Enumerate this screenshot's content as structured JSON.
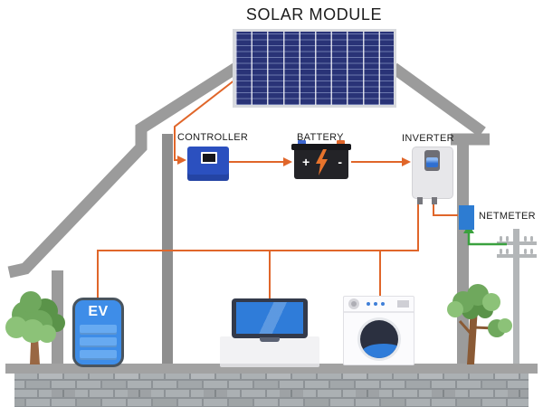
{
  "title": "SOLAR MODULE",
  "labels": {
    "controller": "CONTROLLER",
    "battery": "BATTERY",
    "inverter": "INVERTER",
    "netmeter": "NETMETER"
  },
  "ev_label": "EV",
  "battery_signs": {
    "plus": "+",
    "minus": "-"
  },
  "colors": {
    "wire_orange": "#e0662a",
    "wire_green": "#3aa13f",
    "panel_blue": "#293377",
    "controller_blue": "#2b50bf",
    "battery_black": "#232327",
    "device_gray": "#e7e7ea",
    "ev_blue": "#3e8de8",
    "screen_blue": "#2f7cd9",
    "netmeter_blue": "#2d7cd2",
    "structure_gray": "#9b9b9b",
    "column_gray": "#8e8e8e",
    "pole_gray": "#b3b6b8",
    "ground_gray": "#a2a2a2",
    "mortar_gray": "#8d9296",
    "brick_gray": "#abb0b3",
    "foliage_green": "#6fa85d",
    "foliage_light": "#8cc278",
    "foliage_dark": "#5a9349",
    "trunk_brown": "#996743",
    "text_dark": "#1c1c1c"
  },
  "components": [
    "solar-module",
    "controller",
    "battery",
    "inverter",
    "netmeter",
    "ev-charger",
    "laptop",
    "washing-machine",
    "utility-pole",
    "house"
  ],
  "connections": [
    {
      "from": "solar-module",
      "to": "controller",
      "wire": "orange"
    },
    {
      "from": "controller",
      "to": "battery",
      "wire": "orange"
    },
    {
      "from": "battery",
      "to": "inverter",
      "wire": "orange"
    },
    {
      "from": "inverter",
      "to": "netmeter",
      "wire": "orange"
    },
    {
      "from": "inverter",
      "to": "ev-charger",
      "wire": "orange"
    },
    {
      "from": "inverter",
      "to": "laptop",
      "wire": "orange"
    },
    {
      "from": "inverter",
      "to": "washing-machine",
      "wire": "orange"
    },
    {
      "from": "utility-pole",
      "to": "netmeter",
      "wire": "green"
    }
  ]
}
